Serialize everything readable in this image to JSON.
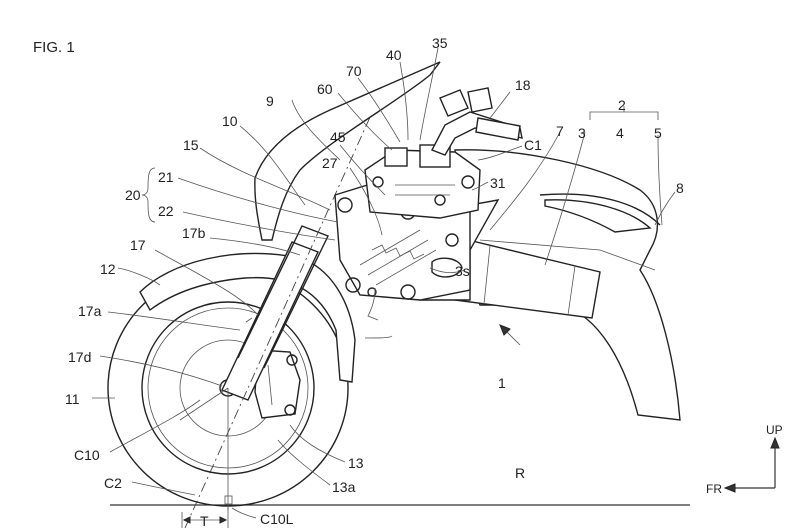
{
  "figure": {
    "title": "FIG. 1",
    "labels": {
      "n1": "1",
      "n2": "2",
      "n3": "3",
      "n4": "4",
      "n5": "5",
      "n7": "7",
      "n8": "8",
      "n9": "9",
      "n10": "10",
      "n11": "11",
      "n12": "12",
      "n13": "13",
      "n13a": "13a",
      "n15": "15",
      "n17": "17",
      "n17a": "17a",
      "n17b": "17b",
      "n17d": "17d",
      "n18": "18",
      "n20": "20",
      "n21": "21",
      "n22": "22",
      "n27": "27",
      "n31": "31",
      "n35": "35",
      "n3s": "3s",
      "n40": "40",
      "n45": "45",
      "n60": "60",
      "n70": "70",
      "c1": "C1",
      "c2": "C2",
      "c10": "C10",
      "c10l": "C10L",
      "r": "R",
      "t": "T",
      "up": "UP",
      "fr": "FR"
    }
  }
}
